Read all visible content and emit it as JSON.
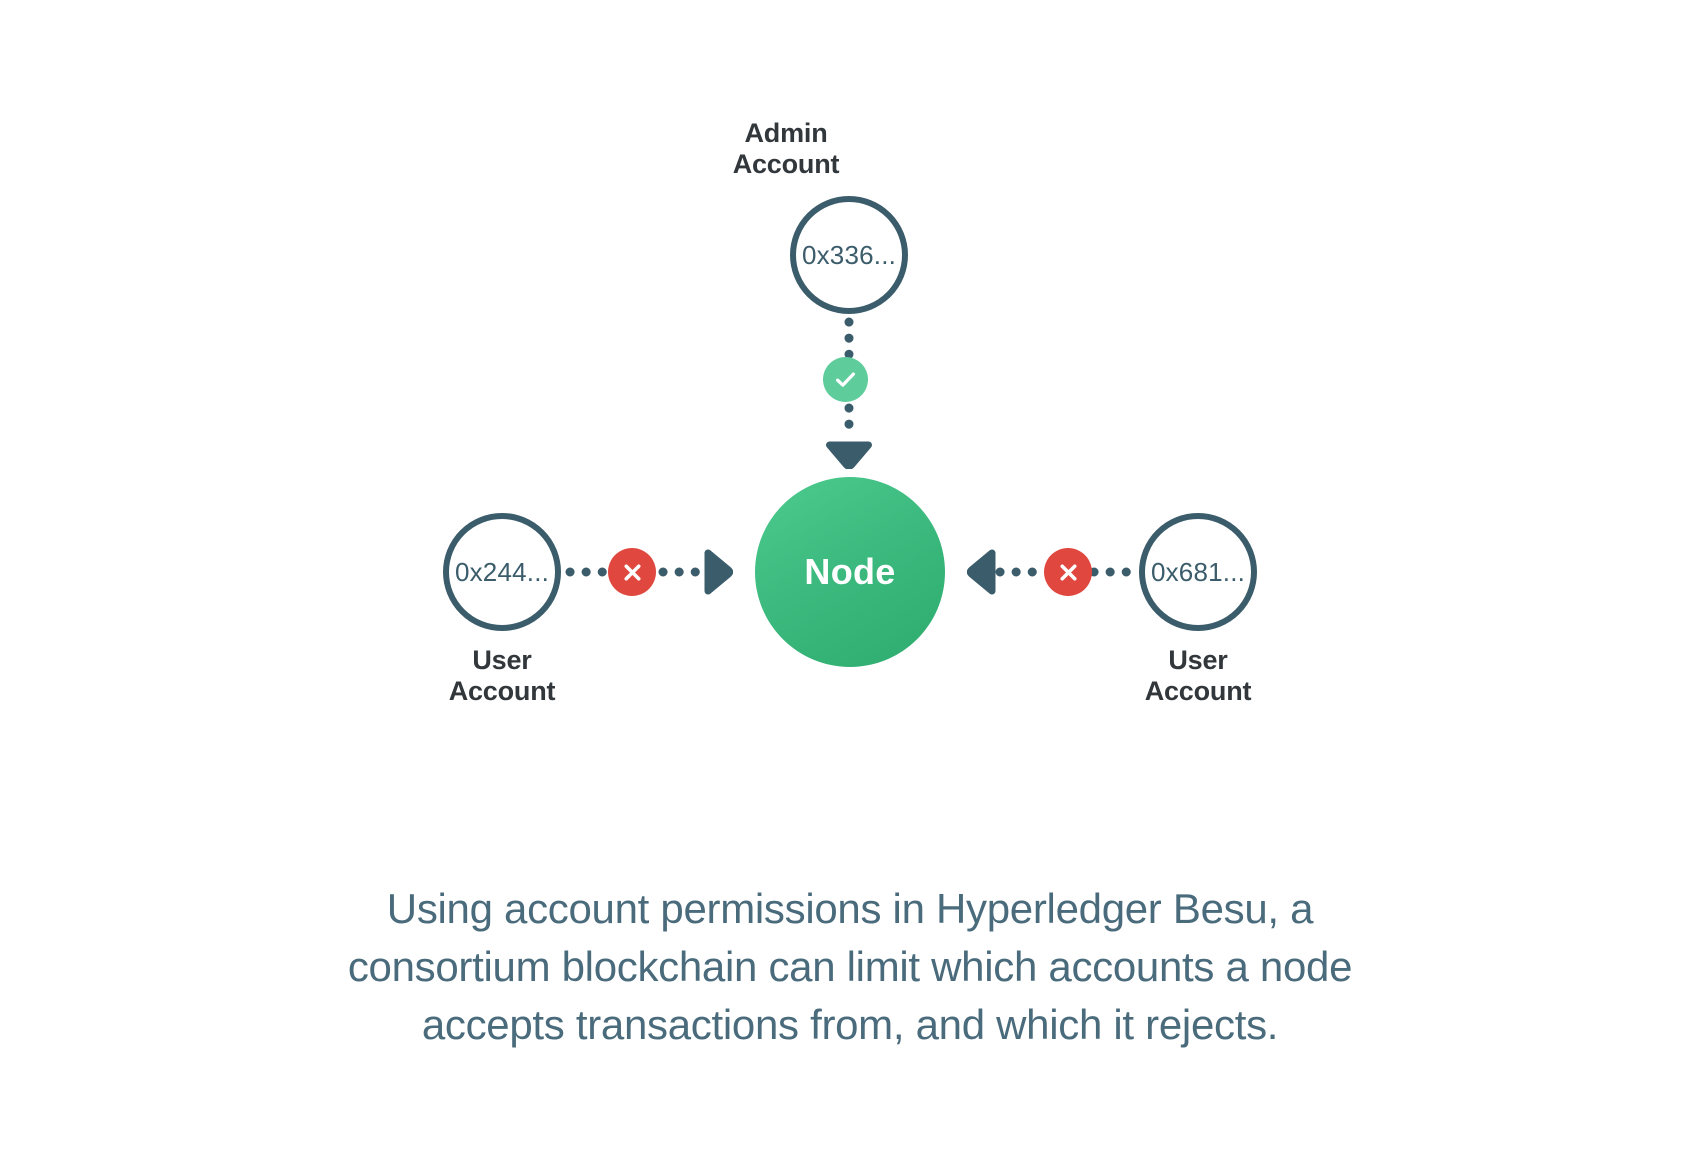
{
  "diagram": {
    "type": "network-permission-diagram",
    "background": "#ffffff",
    "colors": {
      "outline": "#3b5c6b",
      "node_green": "#3cba7f",
      "allow_green": "#5fcd9b",
      "deny_red": "#e0483f",
      "label_dark": "#32373c",
      "caption_blue": "#4a6b7c"
    },
    "center_node": {
      "label": "Node",
      "shape": "circle",
      "fill": "#3cba7f"
    },
    "accounts": [
      {
        "id": "admin",
        "title": "Admin\nAccount",
        "address": "0x336...",
        "position": "top",
        "title_position": "above",
        "connection": {
          "direction": "to-node",
          "style": "dotted",
          "orientation": "vertical",
          "badge": "check",
          "badge_color": "#5fcd9b",
          "status": "allowed",
          "arrowhead": "down"
        }
      },
      {
        "id": "user-left",
        "title": "User\nAccount",
        "address": "0x244...",
        "position": "left",
        "title_position": "below",
        "connection": {
          "direction": "to-node",
          "style": "dotted",
          "orientation": "horizontal",
          "badge": "cross",
          "badge_color": "#e0483f",
          "status": "rejected",
          "arrowhead": "right"
        }
      },
      {
        "id": "user-right",
        "title": "User\nAccount",
        "address": "0x681...",
        "position": "right",
        "title_position": "below",
        "connection": {
          "direction": "to-node",
          "style": "dotted",
          "orientation": "horizontal",
          "badge": "cross",
          "badge_color": "#e0483f",
          "status": "rejected",
          "arrowhead": "left"
        }
      }
    ]
  },
  "caption": {
    "lines": [
      "Using account permissions in Hyperledger Besu, a",
      "consortium blockchain can limit which accounts a node",
      "accepts transactions from, and which it rejects."
    ]
  }
}
